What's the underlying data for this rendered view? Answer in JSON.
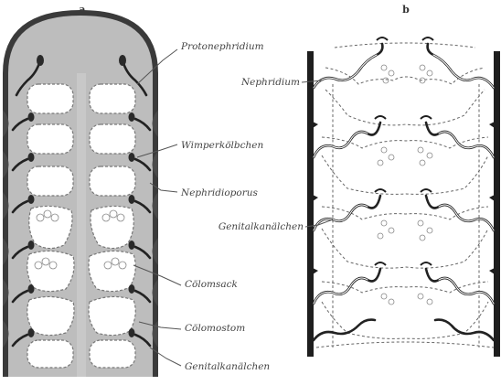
{
  "figure": {
    "panel_a": {
      "letter": "a"
    },
    "panel_b": {
      "letter": "b"
    },
    "labels": {
      "protonephridium": "Protonephridium",
      "wimperkoelbchen": "Wimperkölbchen",
      "nephridioporus": "Nephridioporus",
      "coelomsack": "Cölomsack",
      "coelomostom": "Cölomostom",
      "genitalkanaelchen_a": "Genitalkanälchen",
      "nephridium": "Nephridium",
      "genitalkanaelchen_b": "Genitalkanälchen"
    }
  }
}
